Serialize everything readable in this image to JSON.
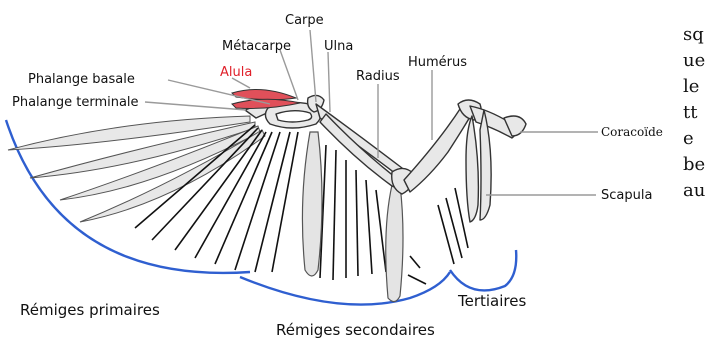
{
  "diagram": {
    "labels": {
      "carpe": "Carpe",
      "metacarpe": "Métacarpe",
      "ulna": "Ulna",
      "alula": "Alula",
      "phalange_basale": "Phalange basale",
      "phalange_terminale": "Phalange terminale",
      "radius": "Radius",
      "humerus": "Humérus",
      "coracoide": "Coracoïde",
      "scapula": "Scapula",
      "remiges_primaires": "Rémiges primaires",
      "remiges_secondaires": "Rémiges secondaires",
      "tertiaires": "Tertiaires"
    },
    "colors": {
      "bone_fill": "#e8e8e8",
      "outline": "#333333",
      "feather_line": "#111111",
      "bracket_blue": "#2f5fd0",
      "alula_red": "#e0505a",
      "alula_label": "#e0202a",
      "leader_gray": "#9a9a9a"
    }
  },
  "side_text": {
    "lines": [
      "sq",
      "ue",
      "le",
      "tt",
      "e",
      "be",
      "au"
    ]
  }
}
